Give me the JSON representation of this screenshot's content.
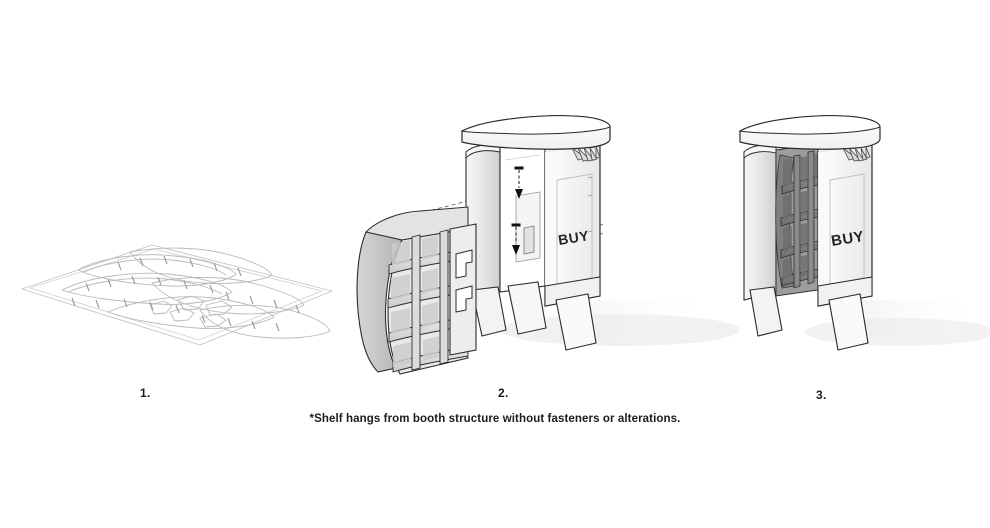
{
  "figure": {
    "type": "assembly-instruction-diagram",
    "background_color": "#ffffff",
    "caption": "*Shelf hangs from booth structure without fasteners or alterations."
  },
  "steps": [
    {
      "number": "1.",
      "name": "flat-die-cut-sheet",
      "description": "Flat die-cut corrugated sheet shown in isometric outline with nested curved blank shapes and nick marks",
      "line_color": "#b9b9bd"
    },
    {
      "number": "2.",
      "name": "exploded-assembly",
      "description": "Exploded view: curved grid shelf aligns with booth column, top cap above, dashed alignment lines and two insertion arrows",
      "panel_text": "BUY"
    },
    {
      "number": "3.",
      "name": "assembled-unit",
      "description": "Completed assembly with shelf inserted inside booth structure",
      "panel_text": "BUY"
    }
  ],
  "labels": {
    "buy": "BUY"
  },
  "colors": {
    "outline": "#2b2b2b",
    "light_outline": "#b9b9bd",
    "panel_white": "#ffffff",
    "panel_light": "#f2f2f2",
    "panel_mid": "#dcdcdc",
    "panel_shade": "#c6c6c6",
    "panel_dark": "#8e8e8e",
    "panel_darker": "#6f6f6f",
    "shadow": "#ededef",
    "text": "#1a1a1a"
  }
}
